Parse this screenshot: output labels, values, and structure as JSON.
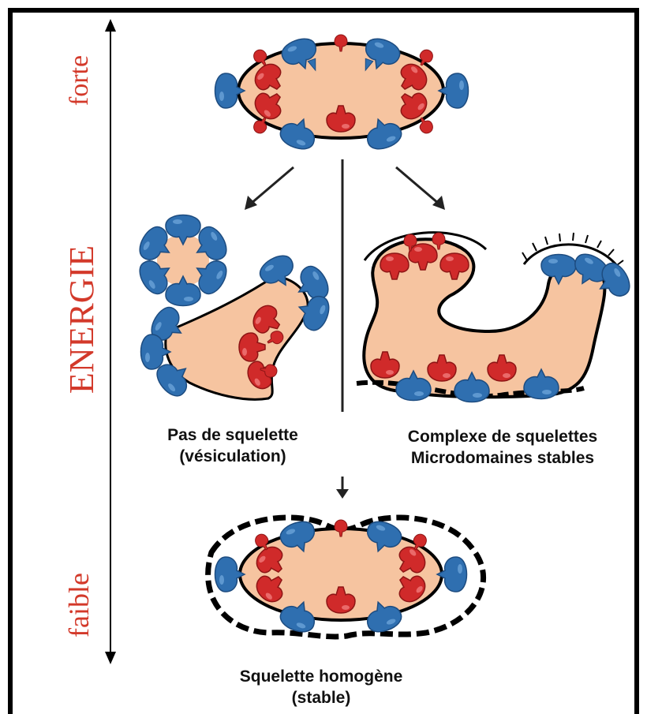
{
  "diagram": {
    "axis": {
      "top_label": "forte",
      "middle_label": "ENERGIE",
      "bottom_label": "faible"
    },
    "states": [
      {
        "id": "initial"
      },
      {
        "id": "vesiculation",
        "caption_line1": "Pas de squelette",
        "caption_line2": "(vésiculation)"
      },
      {
        "id": "complex",
        "caption_line1": "Complexe de squelettes",
        "caption_line2": "Microdomaines stables"
      },
      {
        "id": "homogeneous",
        "caption_line1": "Squelette homogène",
        "caption_line2": "(stable)"
      }
    ],
    "colors": {
      "membrane_fill": "#f6c4a0",
      "blue_protein": "#2f6fb0",
      "red_protein": "#d02a2a",
      "energy_text": "#d3392a",
      "outline": "#000000"
    },
    "icons": [
      "blue-protein-icon",
      "red-protein-icon",
      "arrow-icon"
    ]
  }
}
